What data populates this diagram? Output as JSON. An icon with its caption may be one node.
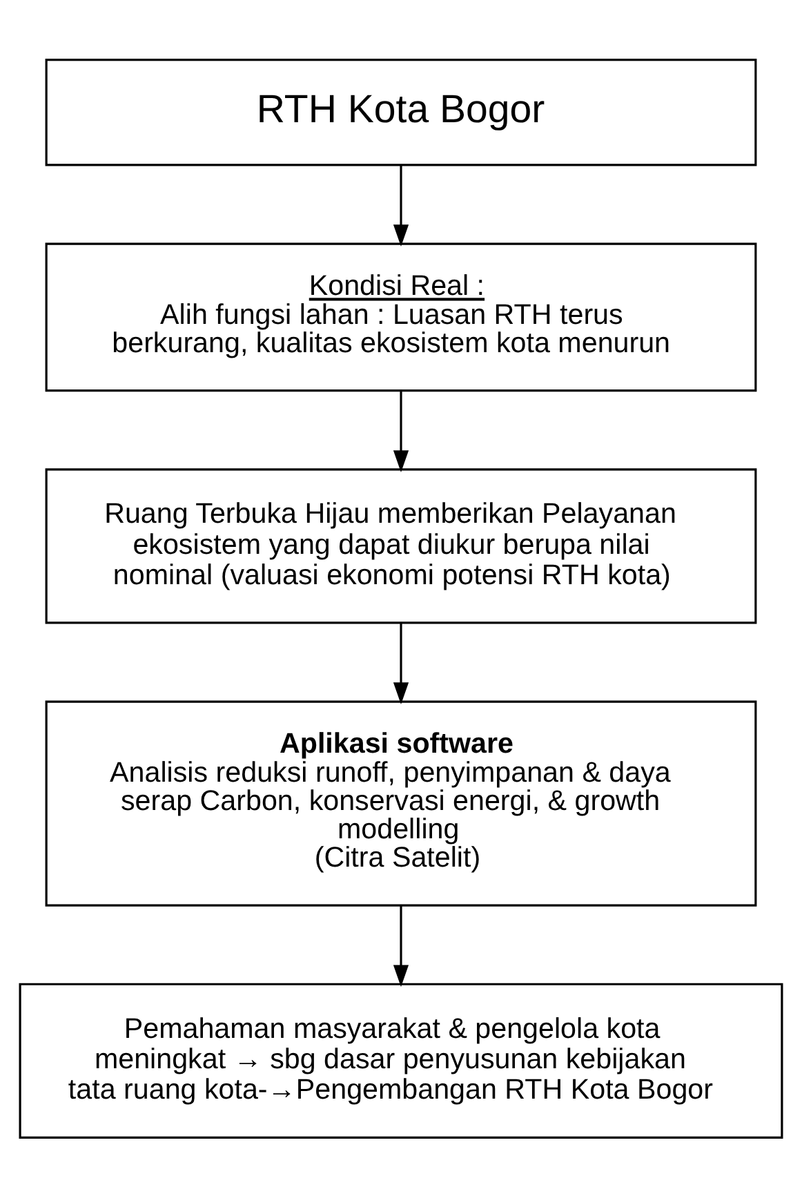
{
  "diagram": {
    "nodes": [
      {
        "text": [
          "RTH Kota Bogor"
        ]
      },
      {
        "text": [
          "Kondisi Real :",
          "Alih fungsi lahan : Luasan RTH terus berkurang, kualitas ekosistem kota menurun"
        ]
      },
      {
        "text": [
          "Ruang Terbuka Hijau memberikan Pelayanan ekosistem yang dapat diukur berupa nilai nominal (valuasi ekonomi potensi RTH kota)"
        ]
      },
      {
        "text": [
          "Aplikasi software",
          "Analisis reduksi runoff, penyimpanan & daya serap Carbon, konservasi energi, & growth modelling",
          "(Citra Satelit)"
        ]
      },
      {
        "text": [
          "Pemahaman masyarakat & pengelola kota meningkat → sbg dasar penyusunan kebijakan tata ruang kota-→Pengembangan RTH Kota Bogor"
        ]
      }
    ],
    "edges": [
      {
        "from": 0,
        "to": 1,
        "arrow": "to"
      },
      {
        "from": 1,
        "to": 2,
        "arrow": "to"
      },
      {
        "from": 2,
        "to": 3,
        "arrow": "to"
      },
      {
        "from": 3,
        "to": 4,
        "arrow": "to"
      }
    ]
  }
}
